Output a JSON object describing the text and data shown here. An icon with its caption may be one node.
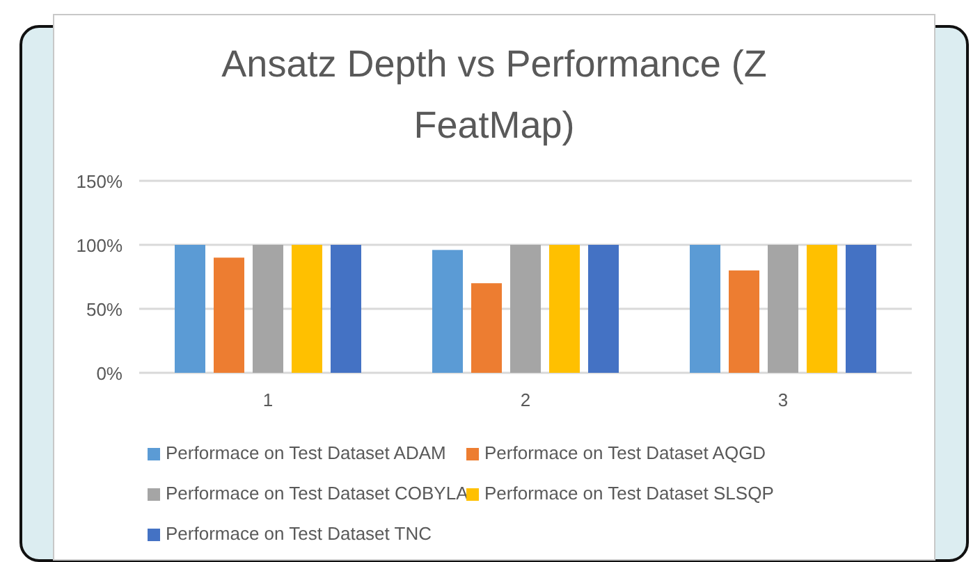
{
  "diagram": {
    "chart_data": {
      "type": "bar",
      "title": "Ansatz Depth vs Performance (Z FeatMap)",
      "categories": [
        "1",
        "2",
        "3"
      ],
      "series": [
        {
          "name": "Performace on Test Dataset ADAM",
          "color": "#5b9bd5",
          "values": [
            100,
            96,
            100
          ]
        },
        {
          "name": "Performace on Test Dataset AQGD",
          "color": "#ed7d31",
          "values": [
            90,
            70,
            80
          ]
        },
        {
          "name": "Performace on Test Dataset COBYLA",
          "color": "#a5a5a5",
          "values": [
            100,
            100,
            100
          ]
        },
        {
          "name": "Performace on Test Dataset SLSQP",
          "color": "#ffc000",
          "values": [
            100,
            100,
            100
          ]
        },
        {
          "name": "Performace on Test Dataset TNC",
          "color": "#4472c4",
          "values": [
            100,
            100,
            100
          ]
        }
      ],
      "ylim": [
        0,
        150
      ],
      "yticks": [
        {
          "value": 0,
          "label": "0%"
        },
        {
          "value": 50,
          "label": "50%"
        },
        {
          "value": 100,
          "label": "100%"
        },
        {
          "value": 150,
          "label": "150%"
        }
      ]
    }
  }
}
